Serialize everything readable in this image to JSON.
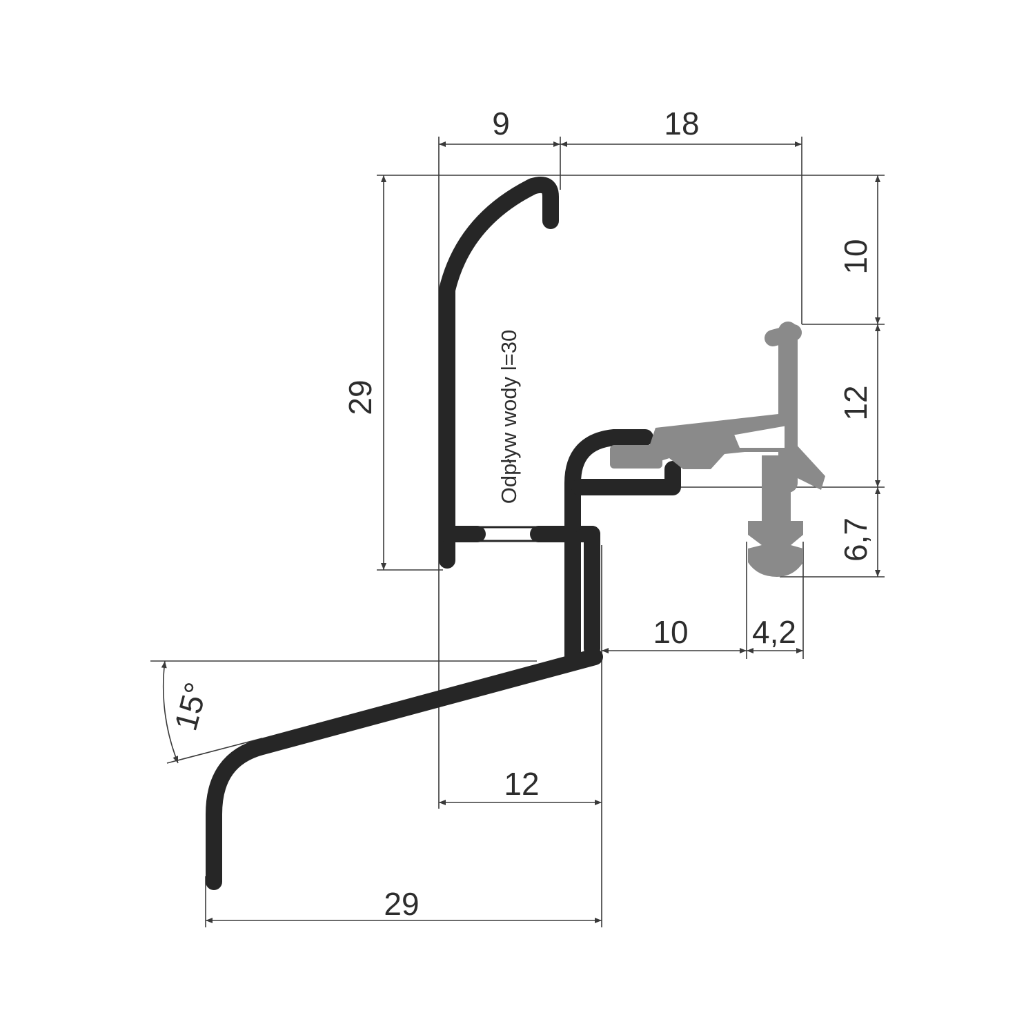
{
  "dimensions": {
    "top_left_width": "9",
    "top_right_width": "18",
    "left_height": "29",
    "right_top_height": "10",
    "right_mid_height": "12",
    "right_bottom_height": "6,7",
    "mid_horizontal": "10",
    "small_horizontal": "4,2",
    "angle": "15°",
    "bottom_inner_width": "12",
    "bottom_overall_width": "29"
  },
  "annotation": {
    "drainage": "Odpływ wody l=30"
  },
  "colors": {
    "profile": "#262626",
    "gasket": "#8a8a8a",
    "dimension_line": "#3a3a3a",
    "text": "#2d2d2d"
  }
}
